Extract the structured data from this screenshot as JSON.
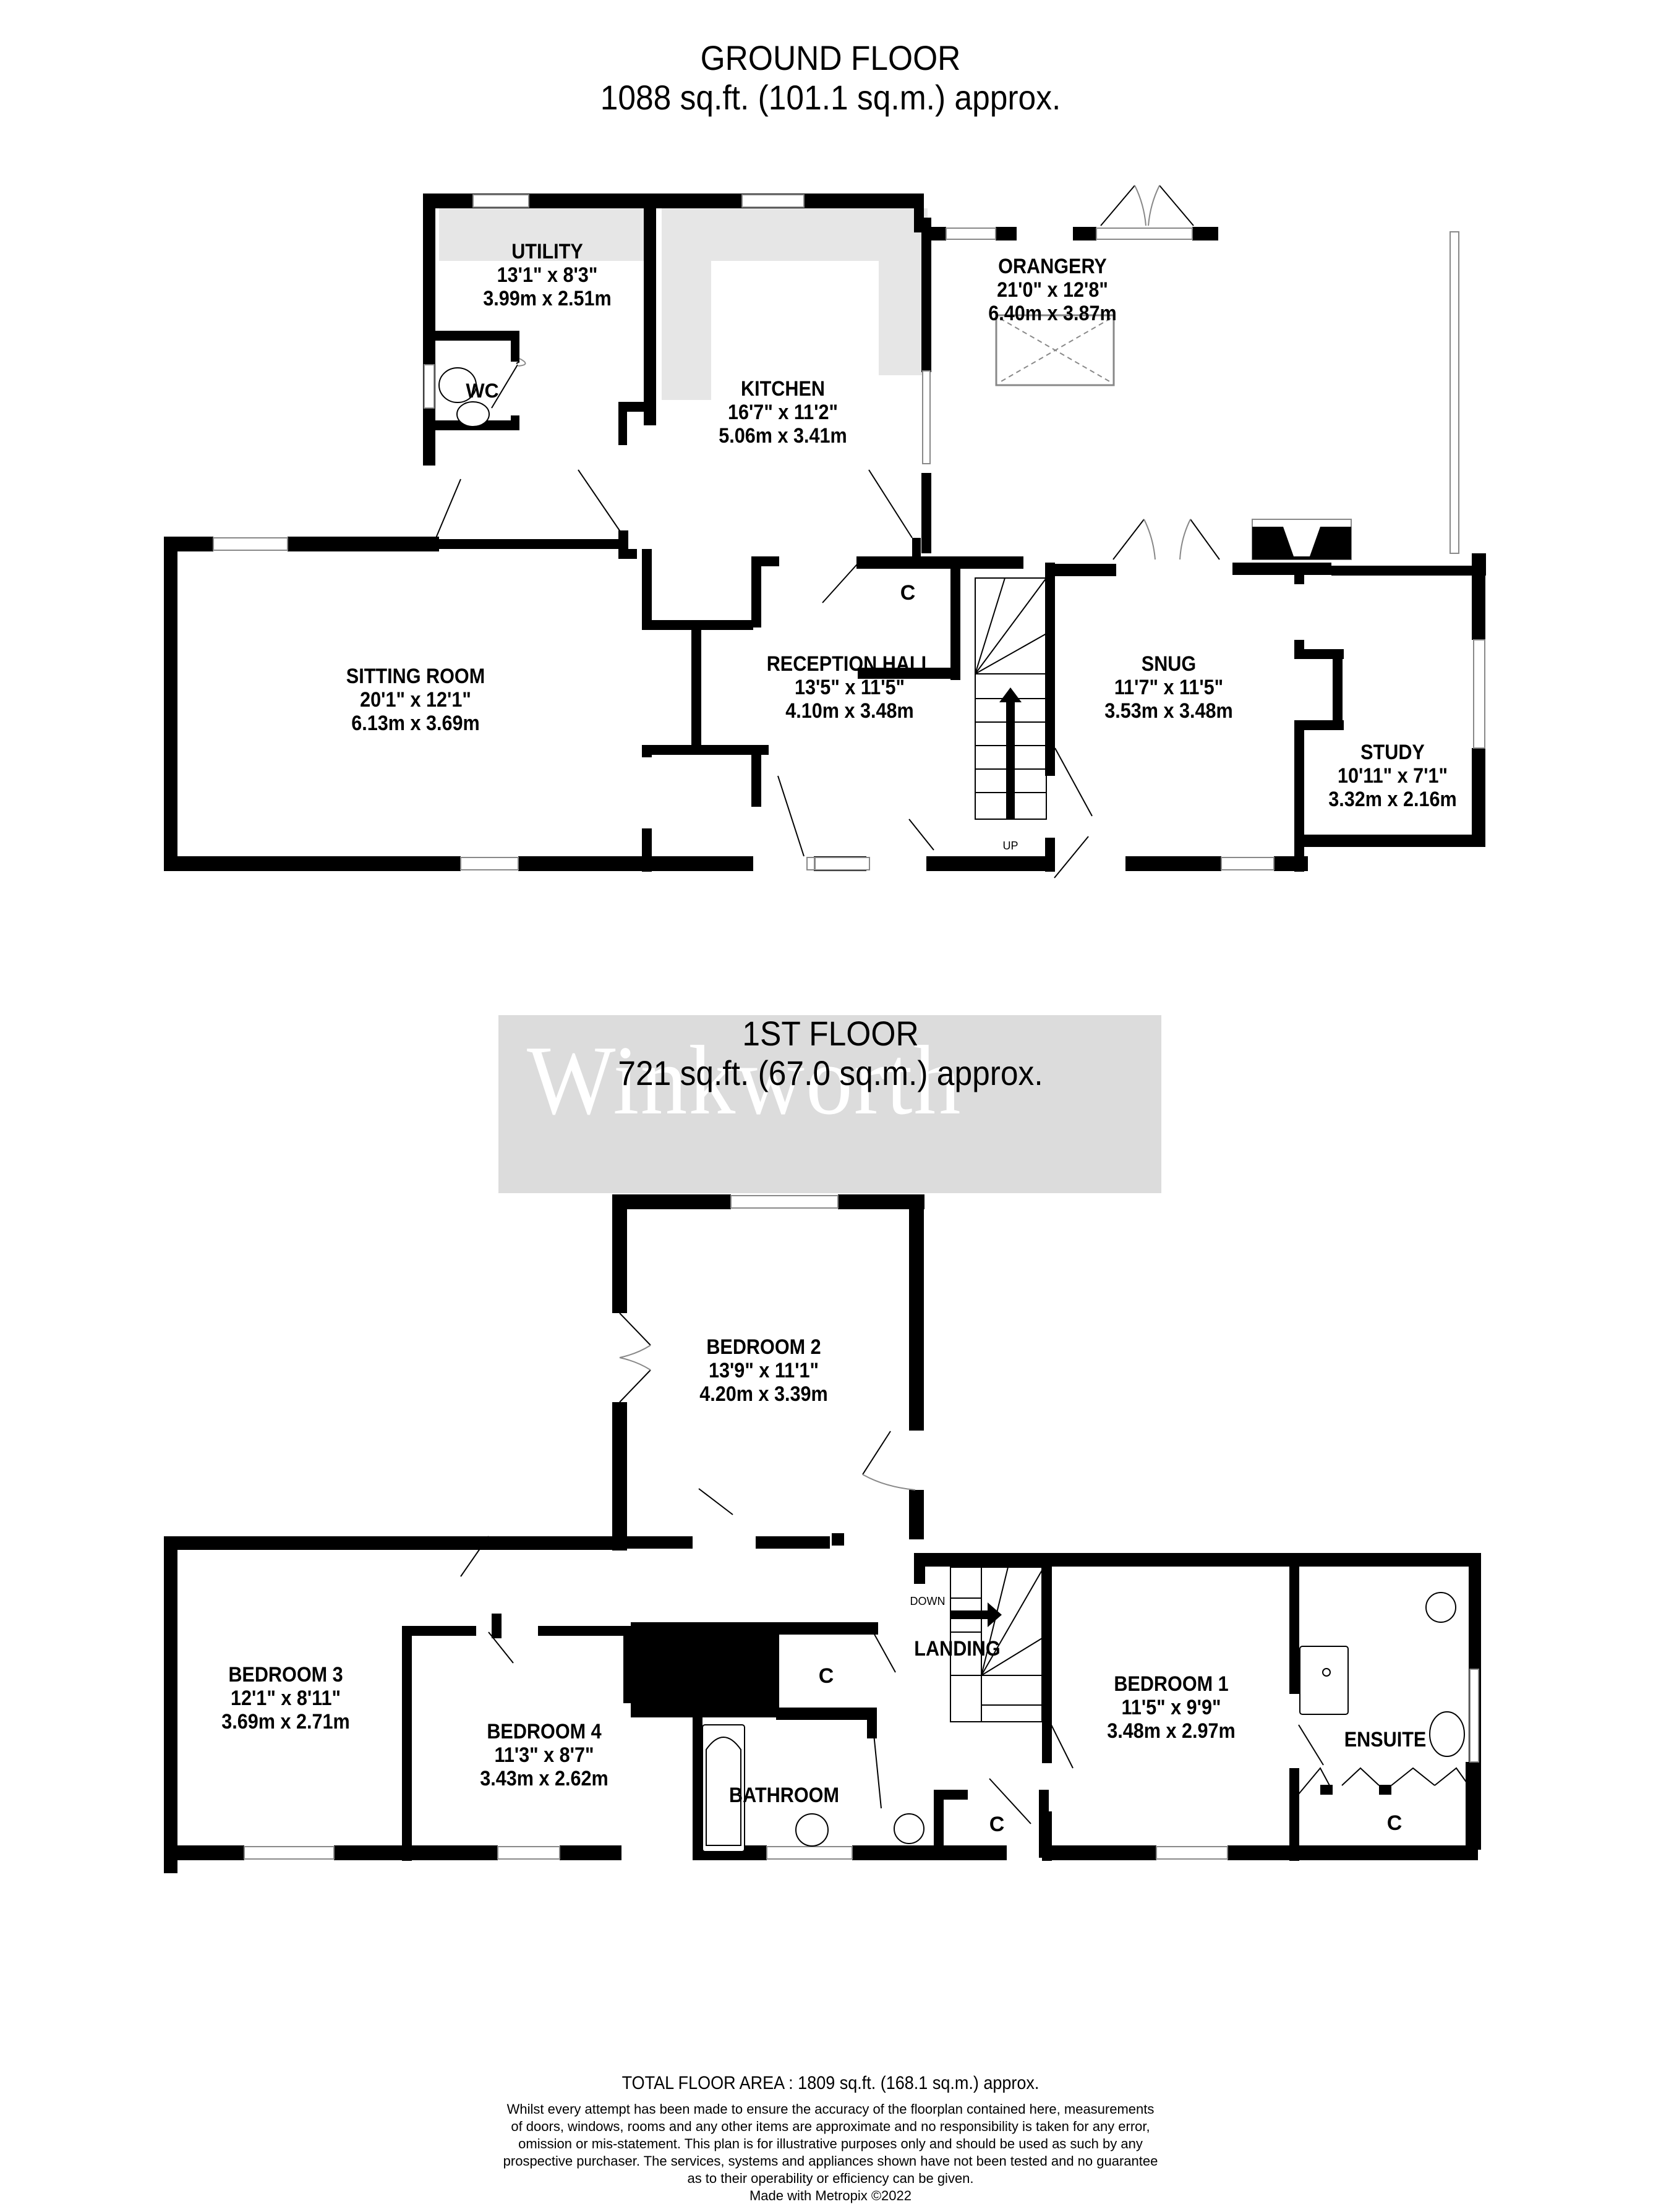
{
  "ground_floor": {
    "title": "GROUND FLOOR",
    "area": "1088 sq.ft. (101.1 sq.m.) approx.",
    "rooms": [
      {
        "name": "UTILITY",
        "imperial": "13'1\"  x 8'3\"",
        "metric": "3.99m  x 2.51m"
      },
      {
        "name": "KITCHEN",
        "imperial": "16'7\"  x 11'2\"",
        "metric": "5.06m  x 3.41m"
      },
      {
        "name": "ORANGERY",
        "imperial": "21'0\"  x 12'8\"",
        "metric": "6.40m  x 3.87m"
      },
      {
        "name": "SITTING ROOM",
        "imperial": "20'1\"  x 12'1\"",
        "metric": "6.13m  x 3.69m"
      },
      {
        "name": "RECEPTION HALL",
        "imperial": "13'5\"  x 11'5\"",
        "metric": "4.10m  x 3.48m"
      },
      {
        "name": "SNUG",
        "imperial": "11'7\"  x 11'5\"",
        "metric": "3.53m  x 3.48m"
      },
      {
        "name": "STUDY",
        "imperial": "10'11\"  x 7'1\"",
        "metric": "3.32m  x 2.16m"
      }
    ],
    "wc_label": "WC",
    "cupboard_label": "C",
    "stairs_label": "UP"
  },
  "first_floor": {
    "title": "1ST FLOOR",
    "area": "721 sq.ft. (67.0 sq.m.) approx.",
    "rooms": [
      {
        "name": "BEDROOM 2",
        "imperial": "13'9\"  x 11'1\"",
        "metric": "4.20m  x 3.39m"
      },
      {
        "name": "BEDROOM 3",
        "imperial": "12'1\"  x 8'11\"",
        "metric": "3.69m  x 2.71m"
      },
      {
        "name": "BEDROOM 4",
        "imperial": "11'3\"  x 8'7\"",
        "metric": "3.43m  x 2.62m"
      },
      {
        "name": "BEDROOM 1",
        "imperial": "11'5\"  x 9'9\"",
        "metric": "3.48m  x 2.97m"
      }
    ],
    "landing_label": "LANDING",
    "bathroom_label": "BATHROOM",
    "ensuite_label": "ENSUITE",
    "cupboard_label": "C",
    "stairs_label": "DOWN"
  },
  "watermark": "Winkworth",
  "footer": {
    "total_area": "TOTAL FLOOR AREA : 1809 sq.ft. (168.1 sq.m.) approx.",
    "disclaimer_lines": [
      "Whilst every attempt has been made to ensure the accuracy of the floorplan contained here, measurements",
      "of doors, windows, rooms and any other items are approximate and no responsibility is taken for any error,",
      "omission or mis-statement. This plan is for illustrative purposes only and should be used as such by any",
      "prospective purchaser. The services, systems and appliances shown have not been tested and no guarantee",
      "as to their operability or efficiency can be given."
    ],
    "credit": "Made with Metropix ©2022"
  },
  "colors": {
    "wall": "#000000",
    "worktop": "#e6e6e6",
    "watermark_band": "#dcdcdc",
    "fixture_line": "#555555"
  }
}
